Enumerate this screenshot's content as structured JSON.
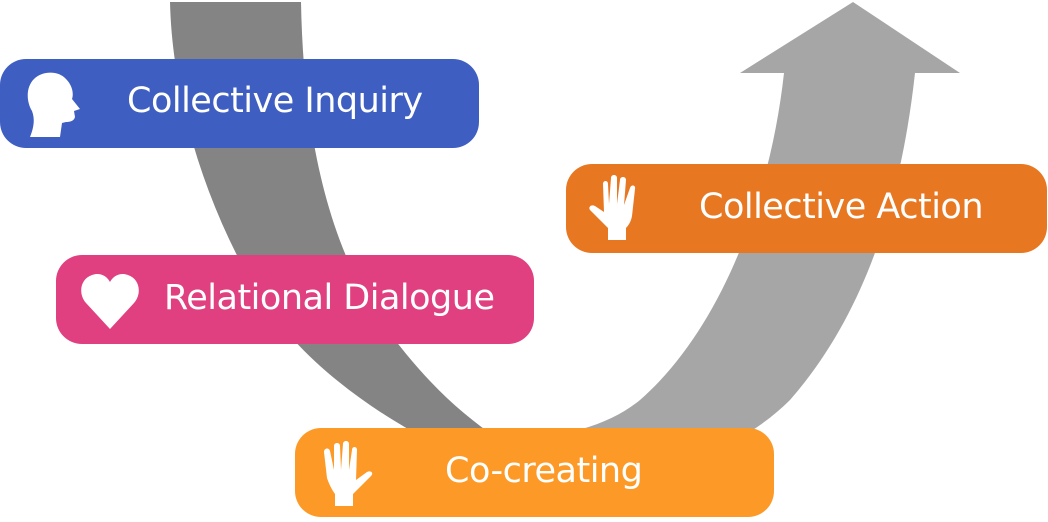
{
  "diagram": {
    "type": "u-process",
    "arrow": {
      "left_color": "#848484",
      "right_color": "#a6a6a6",
      "direction": "down-then-up"
    },
    "stages": [
      {
        "id": "inquiry",
        "label": "Collective Inquiry",
        "icon": "head-icon",
        "color": "#3e5fc1"
      },
      {
        "id": "dialogue",
        "label": "Relational Dialogue",
        "icon": "heart-icon",
        "color": "#e03f80"
      },
      {
        "id": "cocreating",
        "label": "Co-creating",
        "icon": "hand-icon",
        "color": "#fd9a27"
      },
      {
        "id": "action",
        "label": "Collective Action",
        "icon": "hand-icon",
        "color": "#e87722"
      }
    ]
  }
}
